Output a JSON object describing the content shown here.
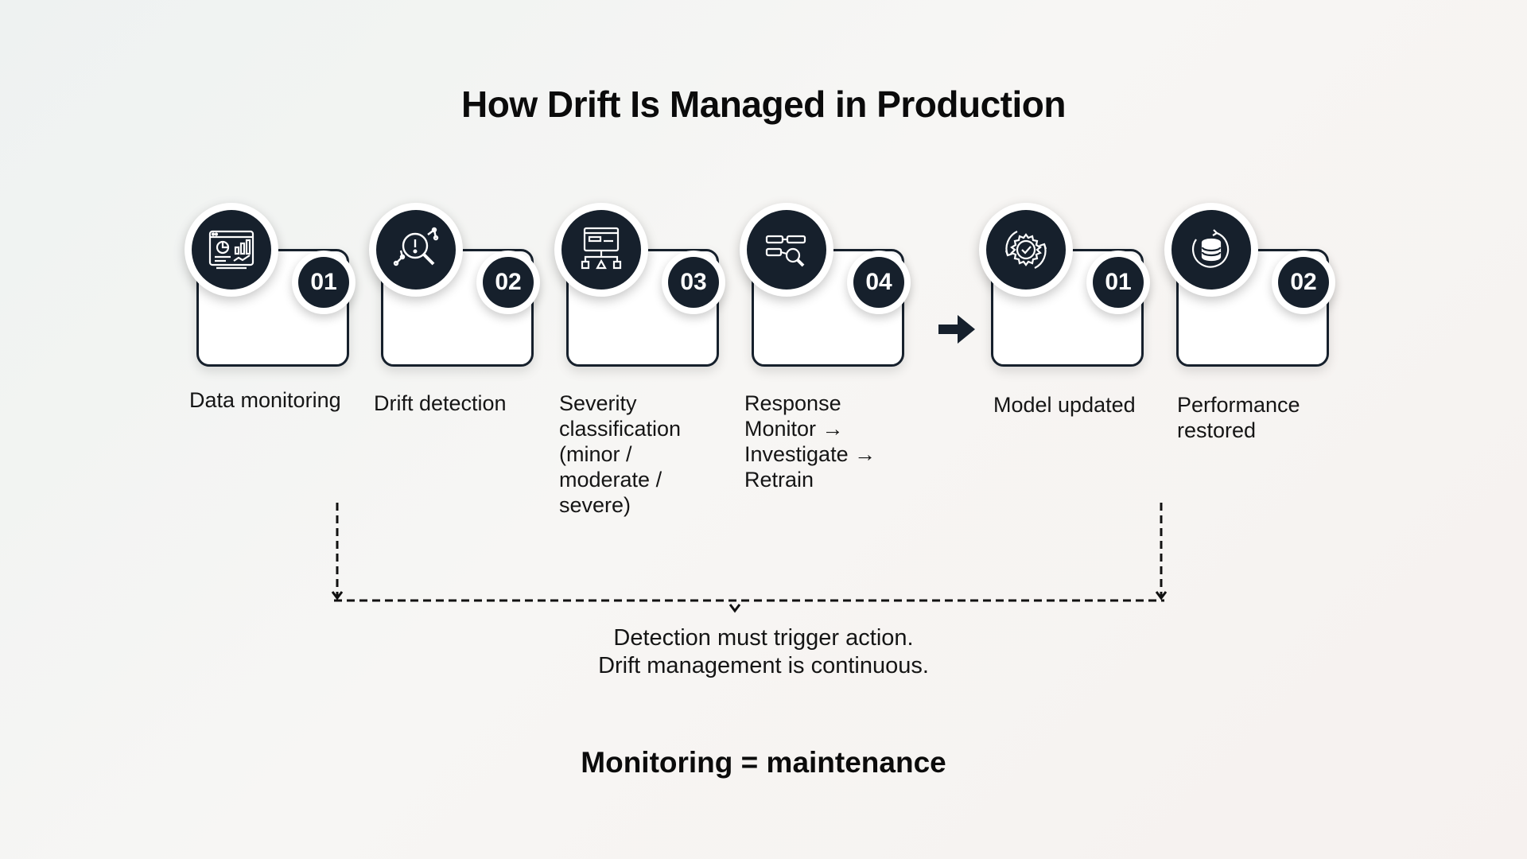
{
  "title": "How Drift Is Managed in Production",
  "steps": [
    {
      "number": "01",
      "label": "Data monitoring",
      "icon": "dashboard-icon"
    },
    {
      "number": "02",
      "label": "Drift detection",
      "icon": "magnify-alert-icon"
    },
    {
      "number": "03",
      "label": "Severity classification (minor / moderate / severe)",
      "icon": "hierarchy-icon"
    },
    {
      "number": "04",
      "label": "Response Monitor → Investigate → Retrain",
      "icon": "search-process-icon"
    },
    {
      "number": "01",
      "label": "Model updated",
      "icon": "gear-sync-icon"
    },
    {
      "number": "02",
      "label": "Performance restored",
      "icon": "database-icon"
    }
  ],
  "notes": {
    "line1": "Detection must trigger action.",
    "line2": "Drift management is continuous."
  },
  "tagline": "Monitoring = maintenance",
  "colors": {
    "dark": "#16202c",
    "background": "#f5f4f2"
  }
}
